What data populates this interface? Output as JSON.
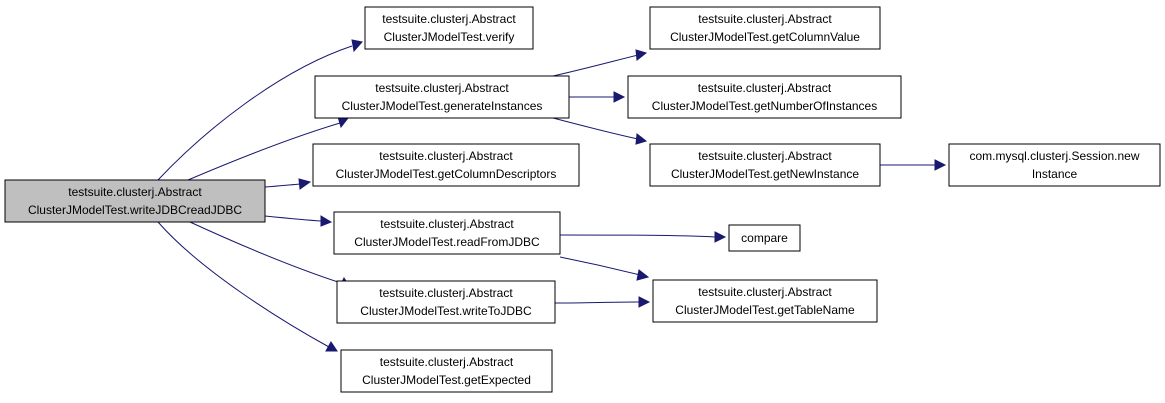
{
  "nodes": {
    "root": [
      "testsuite.clusterj.Abstract",
      "ClusterJModelTest.writeJDBCreadJDBC"
    ],
    "verify": [
      "testsuite.clusterj.Abstract",
      "ClusterJModelTest.verify"
    ],
    "generateInstances": [
      "testsuite.clusterj.Abstract",
      "ClusterJModelTest.generateInstances"
    ],
    "getColumnDescriptors": [
      "testsuite.clusterj.Abstract",
      "ClusterJModelTest.getColumnDescriptors"
    ],
    "readFromJDBC": [
      "testsuite.clusterj.Abstract",
      "ClusterJModelTest.readFromJDBC"
    ],
    "writeToJDBC": [
      "testsuite.clusterj.Abstract",
      "ClusterJModelTest.writeToJDBC"
    ],
    "getExpected": [
      "testsuite.clusterj.Abstract",
      "ClusterJModelTest.getExpected"
    ],
    "getColumnValue": [
      "testsuite.clusterj.Abstract",
      "ClusterJModelTest.getColumnValue"
    ],
    "getNumberOfInstances": [
      "testsuite.clusterj.Abstract",
      "ClusterJModelTest.getNumberOfInstances"
    ],
    "getNewInstance": [
      "testsuite.clusterj.Abstract",
      "ClusterJModelTest.getNewInstance"
    ],
    "compare": [
      "compare"
    ],
    "getTableName": [
      "testsuite.clusterj.Abstract",
      "ClusterJModelTest.getTableName"
    ],
    "sessionNewInstance": [
      "com.mysql.clusterj.Session.new",
      "Instance"
    ]
  },
  "edges": [
    {
      "from": "root",
      "to": "verify"
    },
    {
      "from": "root",
      "to": "generateInstances"
    },
    {
      "from": "root",
      "to": "getColumnDescriptors"
    },
    {
      "from": "root",
      "to": "readFromJDBC"
    },
    {
      "from": "root",
      "to": "writeToJDBC"
    },
    {
      "from": "root",
      "to": "getExpected"
    },
    {
      "from": "generateInstances",
      "to": "getColumnValue"
    },
    {
      "from": "generateInstances",
      "to": "getNumberOfInstances"
    },
    {
      "from": "generateInstances",
      "to": "getNewInstance"
    },
    {
      "from": "getNewInstance",
      "to": "sessionNewInstance"
    },
    {
      "from": "readFromJDBC",
      "to": "compare"
    },
    {
      "from": "readFromJDBC",
      "to": "getTableName"
    },
    {
      "from": "writeToJDBC",
      "to": "getTableName"
    }
  ],
  "colors": {
    "edge": "#191970",
    "root_fill": "#bfbfbf",
    "node_fill": "#ffffff",
    "node_stroke": "#000000"
  }
}
